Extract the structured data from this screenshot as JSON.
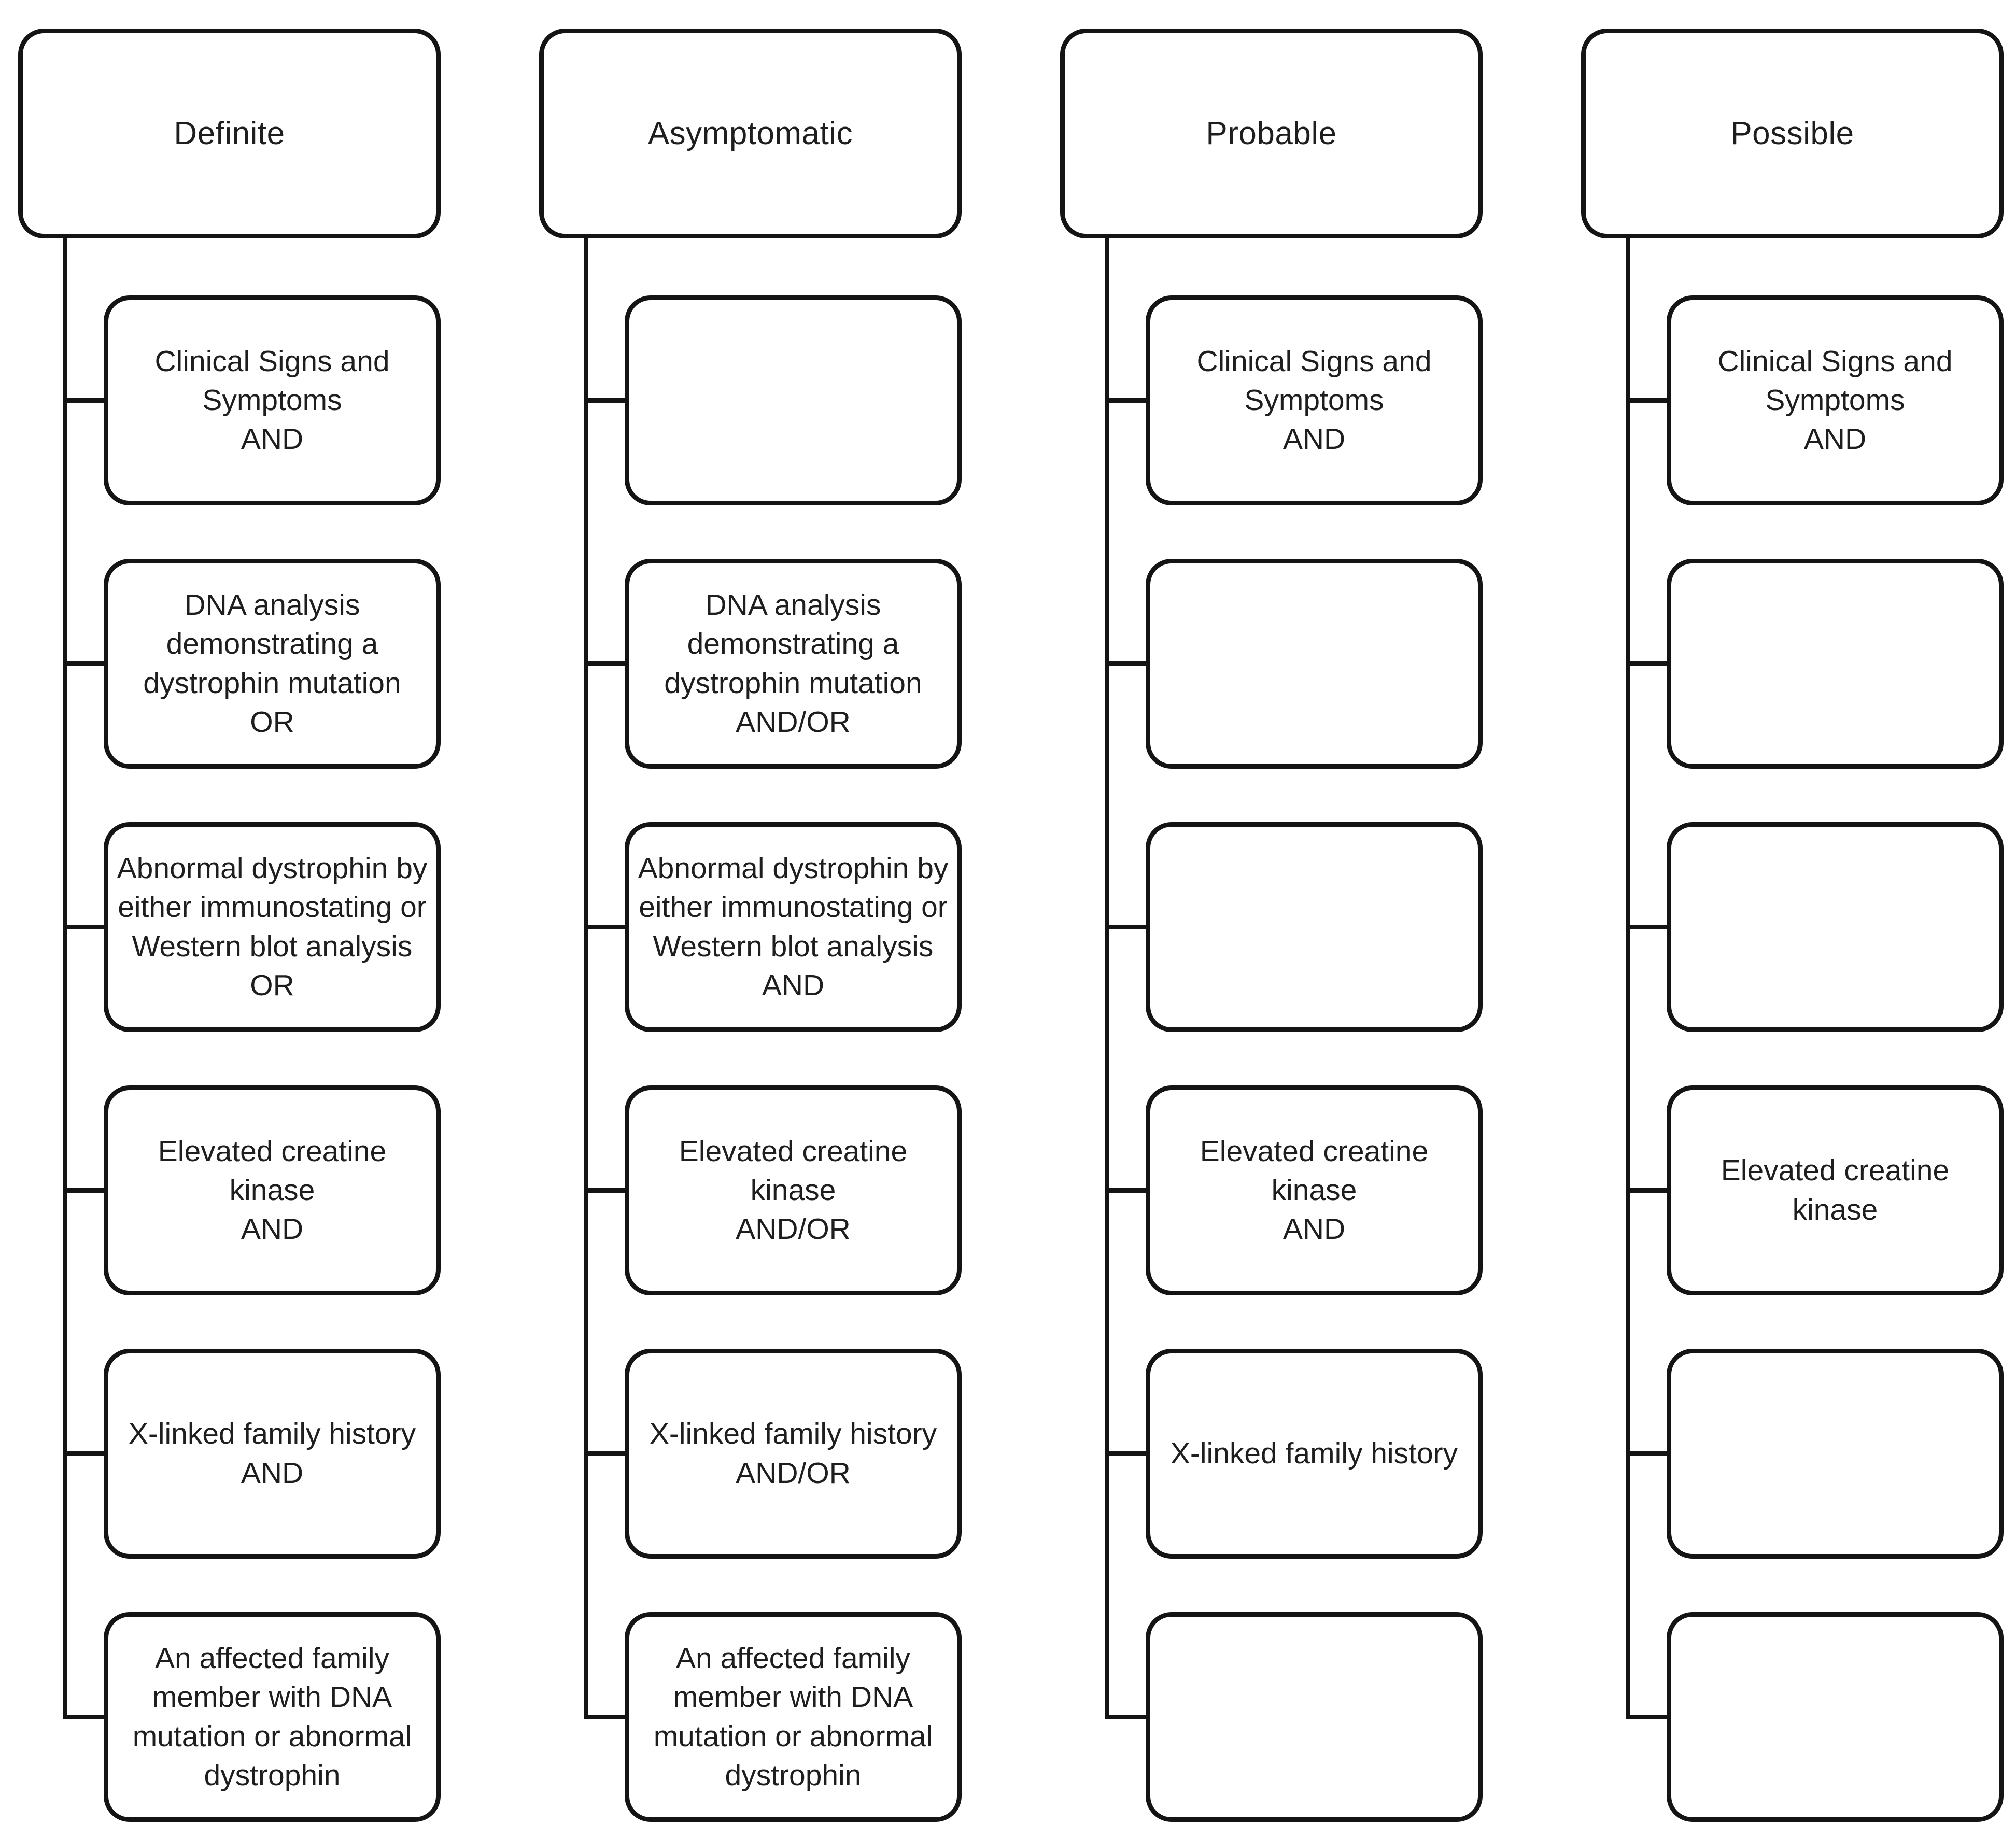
{
  "diagram": {
    "type": "flowchart",
    "description": "Diagnostic certainty categories with criteria boxes",
    "colors": {
      "border": "#141414",
      "background": "#ffffff",
      "text": "#1e1e1e"
    },
    "columns": [
      {
        "header": "Definite",
        "rows": [
          "Clinical Signs and\nSymptoms\nAND",
          "DNA analysis\ndemonstrating a\ndystrophin mutation\nOR",
          "Abnormal dystrophin by\neither immunostating or\nWestern blot analysis\nOR",
          "Elevated creatine kinase\nAND",
          "X-linked family history\nAND",
          "An affected family\nmember with DNA\nmutation or  abnormal\ndystrophin"
        ]
      },
      {
        "header": "Asymptomatic",
        "rows": [
          "",
          "DNA analysis\ndemonstrating a\ndystrophin mutation\nAND/OR",
          "Abnormal dystrophin by\neither immunostating or\nWestern blot analysis\nAND",
          "Elevated creatine kinase\nAND/OR",
          "X-linked family history\nAND/OR",
          "An affected family\nmember with DNA\nmutation or  abnormal\ndystrophin"
        ]
      },
      {
        "header": "Probable",
        "rows": [
          "Clinical Signs and\nSymptoms\nAND",
          "",
          "",
          "Elevated creatine kinase\nAND",
          "X-linked family history",
          ""
        ]
      },
      {
        "header": "Possible",
        "rows": [
          "Clinical Signs and\nSymptoms\nAND",
          "",
          "",
          "Elevated creatine kinase",
          "",
          ""
        ]
      }
    ]
  }
}
